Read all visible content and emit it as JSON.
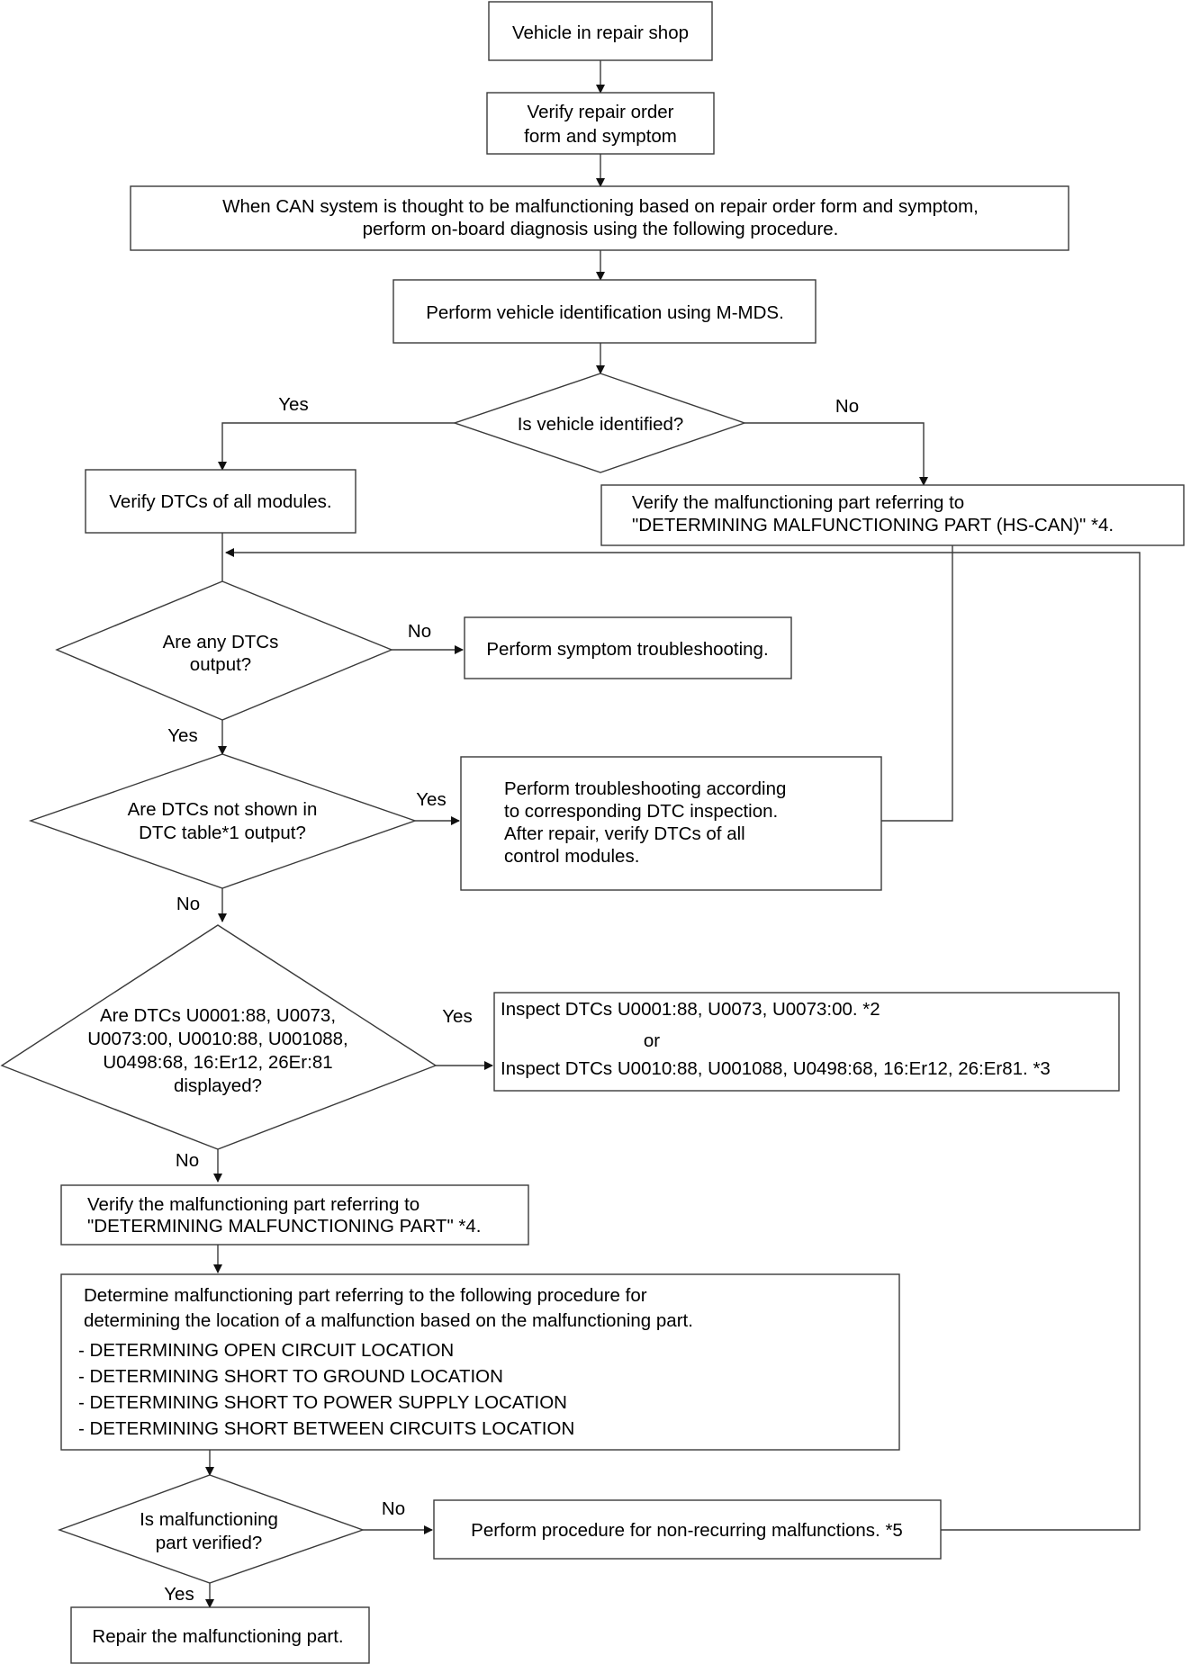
{
  "nodes": {
    "start": [
      "Vehicle in repair shop"
    ],
    "verify_order": [
      "Verify repair order",
      "form and symptom"
    ],
    "can_intro": [
      "When CAN system is thought to be malfunctioning based on repair order form and symptom,",
      "perform on-board diagnosis using the following procedure."
    ],
    "vehicle_id": [
      "Perform vehicle identification using M-MDS."
    ],
    "q_identified": [
      "Is vehicle identified?"
    ],
    "verify_dtcs": [
      "Verify DTCs of all modules."
    ],
    "hs_can": [
      "Verify the malfunctioning part referring to",
      "\"DETERMINING MALFUNCTIONING PART (HS-CAN)\" *4."
    ],
    "q_any_dtcs": [
      "Are any DTCs",
      "output?"
    ],
    "symptom": [
      "Perform symptom troubleshooting."
    ],
    "q_not_shown": [
      "Are DTCs not shown in",
      "DTC table*1 output?"
    ],
    "dtc_troubleshoot": [
      "Perform troubleshooting according",
      "to corresponding DTC inspection.",
      "After repair, verify DTCs of all",
      "control modules."
    ],
    "q_u_codes": [
      "Are DTCs U0001:88, U0073,",
      "U0073:00, U0010:88, U001088,",
      "U0498:68, 16:Er12, 26Er:81",
      "displayed?"
    ],
    "inspect_1": [
      "Inspect DTCs U0001:88, U0073, U0073:00.  *2"
    ],
    "inspect_or": [
      "or"
    ],
    "inspect_2": [
      "Inspect DTCs U0010:88, U001088, U0498:68, 16:Er12, 26:Er81.  *3"
    ],
    "verify_part": [
      "Verify the malfunctioning part referring to",
      "\"DETERMINING MALFUNCTIONING PART\" *4."
    ],
    "determine": [
      "Determine malfunctioning part referring to the following procedure for",
      "determining the location of a malfunction based on the malfunctioning part."
    ],
    "determine_list": [
      "- DETERMINING OPEN CIRCUIT LOCATION",
      "- DETERMINING SHORT TO GROUND LOCATION",
      "- DETERMINING SHORT TO POWER SUPPLY LOCATION",
      "- DETERMINING SHORT BETWEEN CIRCUITS LOCATION"
    ],
    "q_verified": [
      "Is malfunctioning",
      "part verified?"
    ],
    "non_recurring": [
      "Perform procedure for non-recurring malfunctions. *5"
    ],
    "repair": [
      "Repair the malfunctioning part."
    ]
  },
  "branch_labels": {
    "identified_yes": "Yes",
    "identified_no": "No",
    "any_no": "No",
    "any_yes": "Yes",
    "not_shown_yes": "Yes",
    "not_shown_no": "No",
    "u_codes_yes": "Yes",
    "u_codes_no": "No",
    "verified_no": "No",
    "verified_yes": "Yes"
  }
}
